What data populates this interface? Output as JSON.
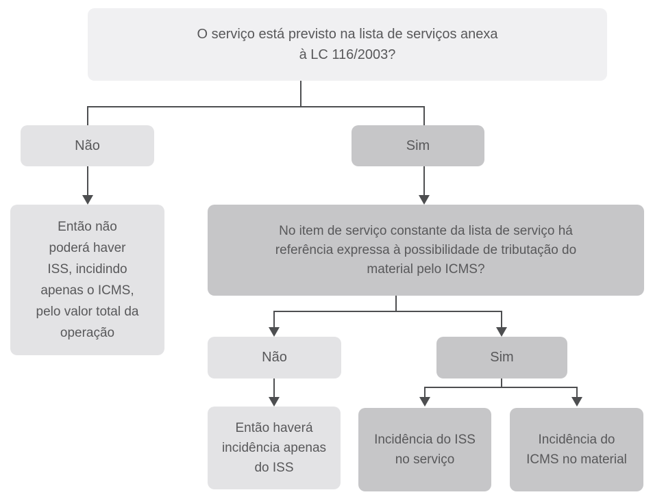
{
  "diagram": {
    "type": "flowchart",
    "language": "pt-BR",
    "colors": {
      "background": "#ffffff",
      "box_top": "#f0f0f2",
      "box_light": "#e3e3e5",
      "box_dark": "#c6c6c8",
      "line": "#4d4e50",
      "text": "#58585a"
    },
    "nodes": {
      "q1": {
        "label": "O serviço está previsto na lista de serviços anexa\nà LC 116/2003?"
      },
      "no1": {
        "label": "Não"
      },
      "sim1": {
        "label": "Sim"
      },
      "result_no1": {
        "label": "Então não\npoderá haver\nISS, incidindo\napenas o ICMS,\npelo valor total da\noperação"
      },
      "q2": {
        "label": "No item de serviço constante da lista de serviço há\nreferência expressa à possibilidade de tributação do\nmaterial pelo ICMS?"
      },
      "no2": {
        "label": "Não"
      },
      "sim2": {
        "label": "Sim"
      },
      "result_no2": {
        "label": "Então haverá\nincidência apenas\ndo ISS"
      },
      "result_iss": {
        "label": "Incidência do ISS\nno serviço"
      },
      "result_icms": {
        "label": "Incidência do\nICMS no material"
      }
    },
    "edges": [
      {
        "from": "q1",
        "to": "no1",
        "arrow": false
      },
      {
        "from": "q1",
        "to": "sim1",
        "arrow": false
      },
      {
        "from": "no1",
        "to": "result_no1",
        "arrow": true
      },
      {
        "from": "sim1",
        "to": "q2",
        "arrow": true
      },
      {
        "from": "q2",
        "to": "no2",
        "arrow": true
      },
      {
        "from": "q2",
        "to": "sim2",
        "arrow": true
      },
      {
        "from": "no2",
        "to": "result_no2",
        "arrow": true
      },
      {
        "from": "sim2",
        "to": "result_iss",
        "arrow": true
      },
      {
        "from": "sim2",
        "to": "result_icms",
        "arrow": true
      }
    ]
  }
}
